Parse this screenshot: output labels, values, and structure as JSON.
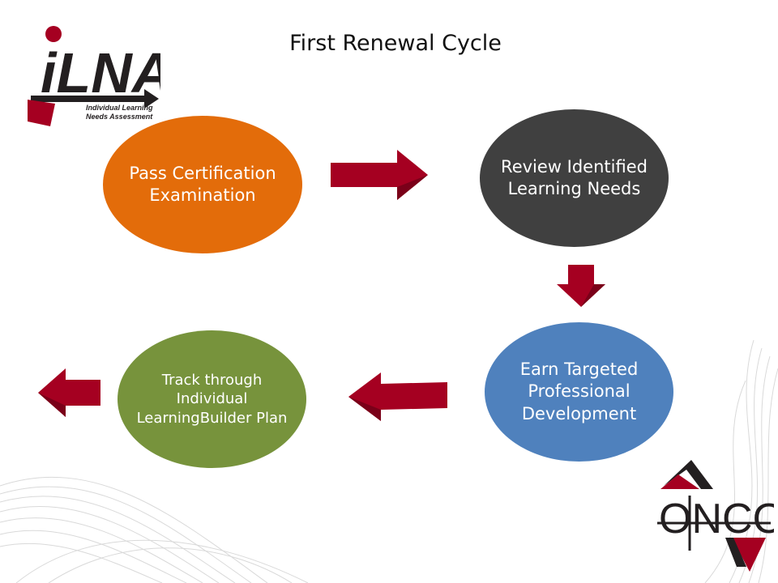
{
  "title": "First Renewal Cycle",
  "logos": {
    "ilna": {
      "mark": "iLNA",
      "tagline_1": "Individual Learning",
      "tagline_2": "Needs Assessment"
    },
    "oncc": {
      "mark": "ONCC"
    }
  },
  "steps": [
    {
      "label": "Pass Certification Examination",
      "color": "#E36C0A"
    },
    {
      "label": "Review Identified Learning Needs",
      "color": "#404040"
    },
    {
      "label": "Earn Targeted Professional Development",
      "color": "#4F81BD"
    },
    {
      "label": "Track through Individual LearningBuilder Plan",
      "color": "#77933C"
    }
  ],
  "colors": {
    "arrow": "#A50021",
    "arrow_dark": "#7A0019",
    "logo_red": "#A50021",
    "logo_dark": "#231F20"
  }
}
